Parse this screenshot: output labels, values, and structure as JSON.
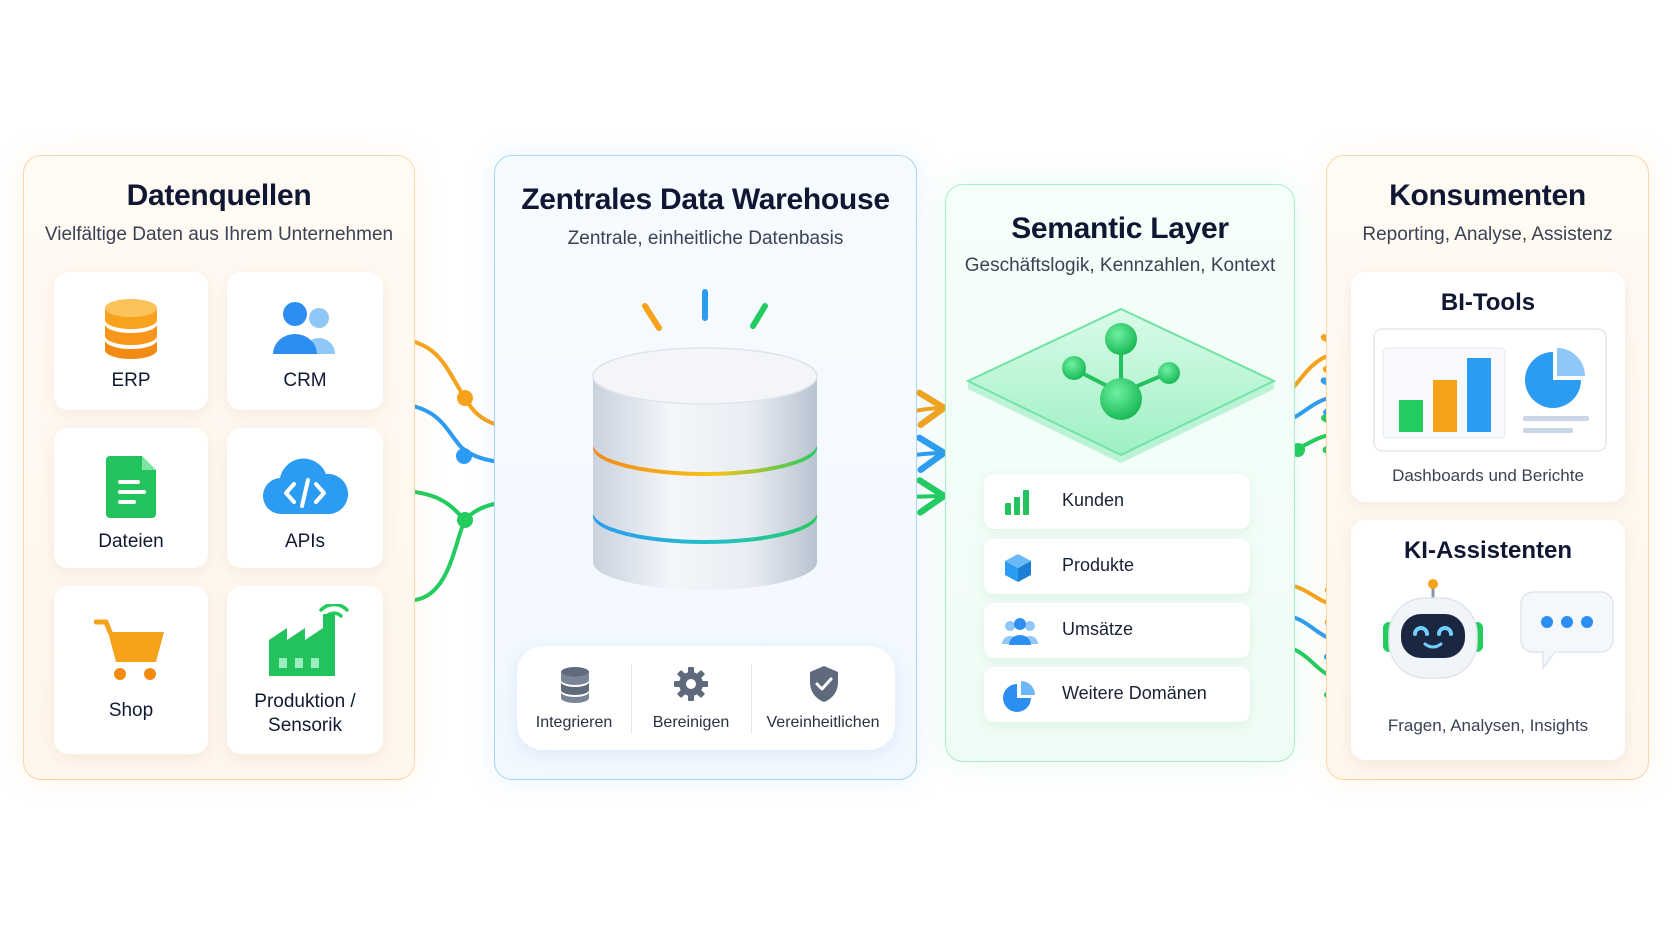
{
  "sources": {
    "title": "Datenquellen",
    "subtitle": "Vielfältige Daten aus Ihrem Unternehmen",
    "items": [
      {
        "label": "ERP",
        "icon": "database-icon"
      },
      {
        "label": "CRM",
        "icon": "users-icon"
      },
      {
        "label": "Dateien",
        "icon": "document-icon"
      },
      {
        "label": "APIs",
        "icon": "cloud-code-icon"
      },
      {
        "label": "Shop",
        "icon": "shopping-cart-icon"
      },
      {
        "label": "Produktion /",
        "label2": "Sensorik",
        "icon": "factory-icon"
      }
    ]
  },
  "warehouse": {
    "title": "Zentrales Data Warehouse",
    "subtitle": "Zentrale, einheitliche Datenbasis",
    "steps": [
      {
        "label": "Integrieren",
        "icon": "database-stack-icon"
      },
      {
        "label": "Bereinigen",
        "icon": "gear-icon"
      },
      {
        "label": "Vereinheitlichen",
        "icon": "shield-check-icon"
      }
    ]
  },
  "semantic": {
    "title": "Semantic Layer",
    "subtitle": "Geschäftslogik, Kennzahlen, Kontext",
    "domains": [
      {
        "label": "Kunden",
        "icon": "bar-chart-icon"
      },
      {
        "label": "Produkte",
        "icon": "cube-icon"
      },
      {
        "label": "Umsätze",
        "icon": "people-icon"
      },
      {
        "label": "Weitere Domänen",
        "icon": "pie-chart-icon"
      }
    ]
  },
  "consumers": {
    "title": "Konsumenten",
    "subtitle": "Reporting, Analyse, Assistenz",
    "bi": {
      "title": "BI-Tools",
      "desc": "Dashboards und Berichte"
    },
    "ai": {
      "title": "KI-Assistenten",
      "desc": "Fragen, Analysen, Insights"
    }
  },
  "colors": {
    "orange": "#f7a21b",
    "blue": "#2c9cf2",
    "green": "#22cc5e"
  }
}
